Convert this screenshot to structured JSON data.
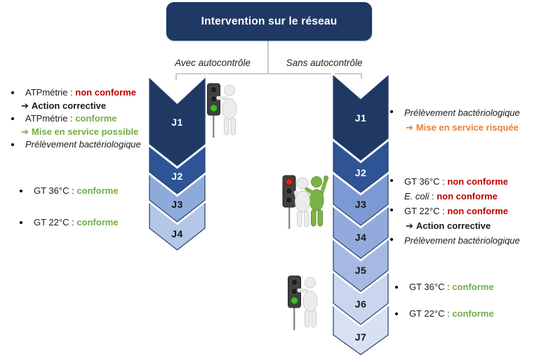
{
  "title": "Intervention sur le réseau",
  "branches": {
    "with": "Avec autocontrôle",
    "without": "Sans autocontrôle"
  },
  "stacks": {
    "left": {
      "labels": [
        "J1",
        "J2",
        "J3",
        "J4"
      ]
    },
    "right": {
      "labels": [
        "J1",
        "J2",
        "J3",
        "J4",
        "J5",
        "J6",
        "J7"
      ]
    }
  },
  "colors": {
    "navy": "#1F3864",
    "red": "#C00000",
    "green": "#70AD47",
    "orange": "#ED7D31",
    "chevrons_left": [
      "#1F3864",
      "#2E5496",
      "#8EAADB",
      "#B4C7E7"
    ],
    "chevrons_right": [
      "#1F3864",
      "#2E5496",
      "#7D99D3",
      "#93ABDC",
      "#A6B9E2",
      "#CAD6EF",
      "#D8E1F4"
    ],
    "traffic_green": "#45BC25",
    "traffic_red": "#D4261A"
  },
  "arrow": "➔",
  "notes": {
    "left_j1": {
      "i1_label": "ATPmétrie : ",
      "i1_status": "non conforme",
      "i1_action": "Action corrective",
      "i2_label": "ATPmétrie : ",
      "i2_status": "conforme",
      "i2_action": "Mise en service possible",
      "i3_text": "Prélèvement bactériologique"
    },
    "left_j3": {
      "i1_label": "GT 36°C : ",
      "i1_status": "conforme",
      "i2_label": "GT 22°C : ",
      "i2_status": "conforme"
    },
    "right_j1": {
      "i1_text": "Prélèvement bactériologique",
      "i1_action": "Mise en service risquée"
    },
    "right_j3": {
      "i1_label": "GT 36°C : ",
      "i1_status": "non conforme",
      "i1b_label": "E. coli",
      "i1b_sep": " : ",
      "i1b_status": "non conforme",
      "i2_label": "GT 22°C : ",
      "i2_status": "non conforme",
      "i2_action": "Action corrective",
      "i3_text": "Prélèvement bactériologique"
    },
    "right_j6": {
      "i1_label": "GT 36°C : ",
      "i1_status": "conforme",
      "i2_label": "GT 22°C : ",
      "i2_status": "conforme"
    }
  }
}
